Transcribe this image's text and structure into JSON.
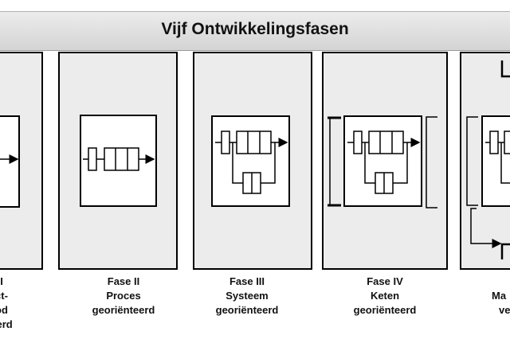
{
  "title": "Vijf Ontwikkelingsfasen",
  "phases": [
    {
      "lines": [
        "I",
        "ct-",
        "od",
        "eerd"
      ]
    },
    {
      "lines": [
        "Fase II",
        "Proces",
        "georiënteerd"
      ]
    },
    {
      "lines": [
        "Fase III",
        "Systeem",
        "georiënteerd"
      ]
    },
    {
      "lines": [
        "Fase IV",
        "Keten",
        "georiënteerd"
      ]
    },
    {
      "lines": [
        "Ma",
        "ve"
      ]
    }
  ],
  "colors": {
    "panel": "#ececec",
    "stroke": "#000000",
    "titlebar": "#d9d9d9"
  }
}
